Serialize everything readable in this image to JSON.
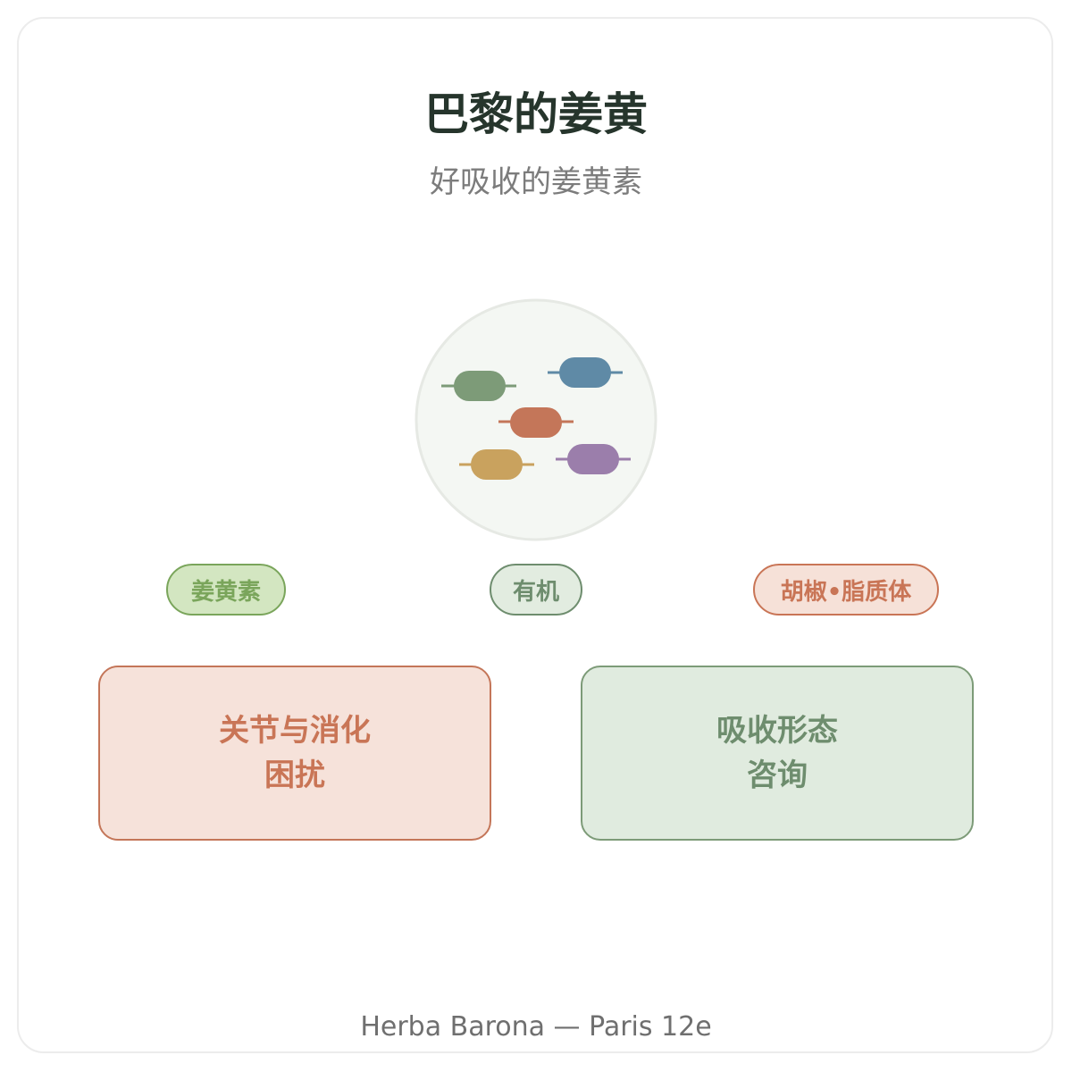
{
  "header": {
    "title": "巴黎的姜黄",
    "subtitle": "好吸收的姜黄素"
  },
  "illustration": {
    "capsule_colors": [
      "#7d9b78",
      "#5f8aa6",
      "#c47659",
      "#c9a25e",
      "#9b7eab"
    ],
    "circle_fill": "#f4f7f3",
    "circle_stroke": "#e6e9e4"
  },
  "tags": [
    {
      "label": "姜黄素",
      "text_color": "#7aa55b",
      "bg": "#d3e6c1",
      "border": "#7aa55b"
    },
    {
      "label": "有机",
      "text_color": "#6e8d6e",
      "bg": "#e2ece0",
      "border": "#6e8d6e"
    },
    {
      "label": "胡椒•脂质体",
      "text_color": "#c97556",
      "bg": "#f6e1d8",
      "border": "#c97556"
    }
  ],
  "boxes": [
    {
      "line1": "关节与消化",
      "line2": "困扰",
      "text_color": "#c97556",
      "bg": "#f6e2da",
      "border": "#c47659"
    },
    {
      "line1": "吸收形态",
      "line2": "咨询",
      "text_color": "#6e8d6e",
      "bg": "#e0ebdf",
      "border": "#7d9b78"
    }
  ],
  "footer": {
    "text": "Herba Barona — Paris 12e"
  }
}
